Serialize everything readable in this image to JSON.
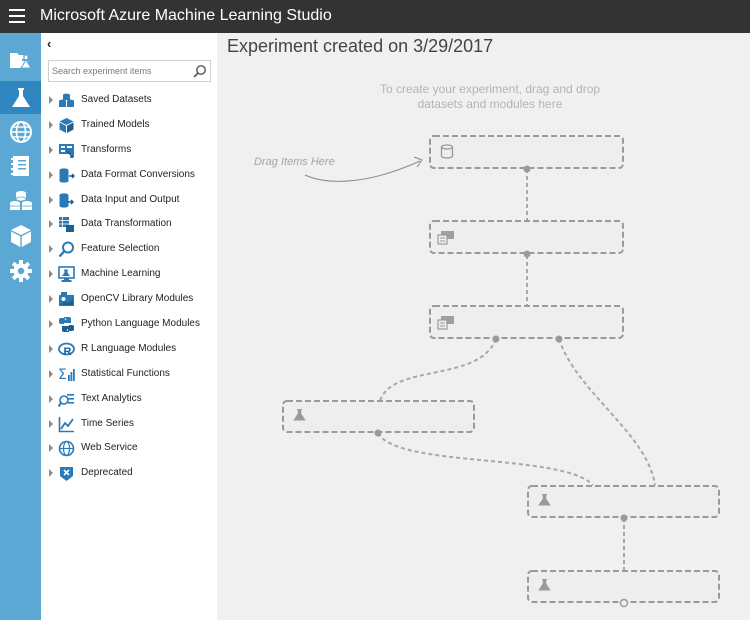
{
  "app": {
    "title": "Microsoft Azure Machine Learning Studio"
  },
  "rail": {
    "items": [
      {
        "name": "projects-icon",
        "active": false
      },
      {
        "name": "experiments-icon",
        "active": true
      },
      {
        "name": "web-services-icon",
        "active": false
      },
      {
        "name": "notebooks-icon",
        "active": false
      },
      {
        "name": "datasets-icon",
        "active": false
      },
      {
        "name": "trained-models-icon",
        "active": false
      },
      {
        "name": "settings-icon",
        "active": false
      }
    ]
  },
  "palette": {
    "collapse_glyph": "‹",
    "search_placeholder": "Search experiment items",
    "items": [
      {
        "label": "Saved Datasets",
        "icon": "saved-datasets-icon"
      },
      {
        "label": "Trained Models",
        "icon": "trained-models-icon"
      },
      {
        "label": "Transforms",
        "icon": "transforms-icon"
      },
      {
        "label": "Data Format Conversions",
        "icon": "data-format-conversions-icon"
      },
      {
        "label": "Data Input and Output",
        "icon": "data-input-output-icon"
      },
      {
        "label": "Data Transformation",
        "icon": "data-transformation-icon"
      },
      {
        "label": "Feature Selection",
        "icon": "feature-selection-icon"
      },
      {
        "label": "Machine Learning",
        "icon": "machine-learning-icon"
      },
      {
        "label": "OpenCV Library Modules",
        "icon": "opencv-icon"
      },
      {
        "label": "Python Language Modules",
        "icon": "python-icon"
      },
      {
        "label": "R Language Modules",
        "icon": "r-language-icon"
      },
      {
        "label": "Statistical Functions",
        "icon": "statistical-functions-icon"
      },
      {
        "label": "Text Analytics",
        "icon": "text-analytics-icon"
      },
      {
        "label": "Time Series",
        "icon": "time-series-icon"
      },
      {
        "label": "Web Service",
        "icon": "web-service-icon"
      },
      {
        "label": "Deprecated",
        "icon": "deprecated-icon"
      }
    ]
  },
  "canvas": {
    "title": "Experiment created on 3/29/2017",
    "hint_line1": "To create your experiment, drag and drop",
    "hint_line2": "datasets and modules here",
    "drag_label": "Drag Items Here"
  },
  "colors": {
    "topbar": "#333333",
    "rail": "#5ba8d4",
    "rail_active": "#2f86c1",
    "icon_blue": "#2a7ab8",
    "placeholder_stroke": "#9a9a9a"
  }
}
